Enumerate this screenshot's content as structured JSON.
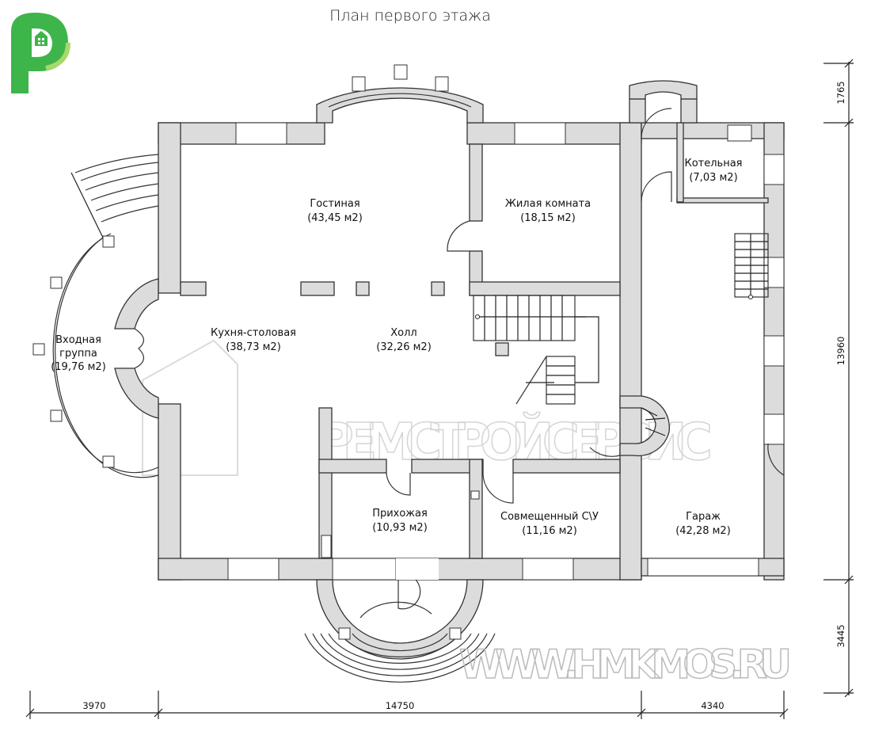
{
  "title": "План первого этажа",
  "rooms": [
    {
      "name": "Гостиная",
      "area": "(43,45 м2)"
    },
    {
      "name": "Жилая комната",
      "area": "(18,15 м2)"
    },
    {
      "name": "Котельная",
      "area": "(7,03 м2)"
    },
    {
      "name": "Входная",
      "name2": "группа",
      "area": "(19,76 м2)"
    },
    {
      "name": "Кухня-столовая",
      "area": "(38,73 м2)"
    },
    {
      "name": "Холл",
      "area": "(32,26 м2)"
    },
    {
      "name": "Прихожая",
      "area": "(10,93 м2)"
    },
    {
      "name": "Совмещенный С\\У",
      "area": "(11,16 м2)"
    },
    {
      "name": "Гараж",
      "area": "(42,28 м2)"
    }
  ],
  "dimensions": {
    "bottom": [
      "3970",
      "14750",
      "4340"
    ],
    "right": [
      "1765",
      "13960",
      "3445"
    ]
  },
  "watermarks": {
    "center": "РЕМСТРОЙСЕРВИС",
    "bottom": "WWW.HMKMOS.RU"
  },
  "colors": {
    "logo_green": "#3db54a",
    "logo_light": "#a6d96a",
    "wall_fill": "#dcdcdc"
  }
}
